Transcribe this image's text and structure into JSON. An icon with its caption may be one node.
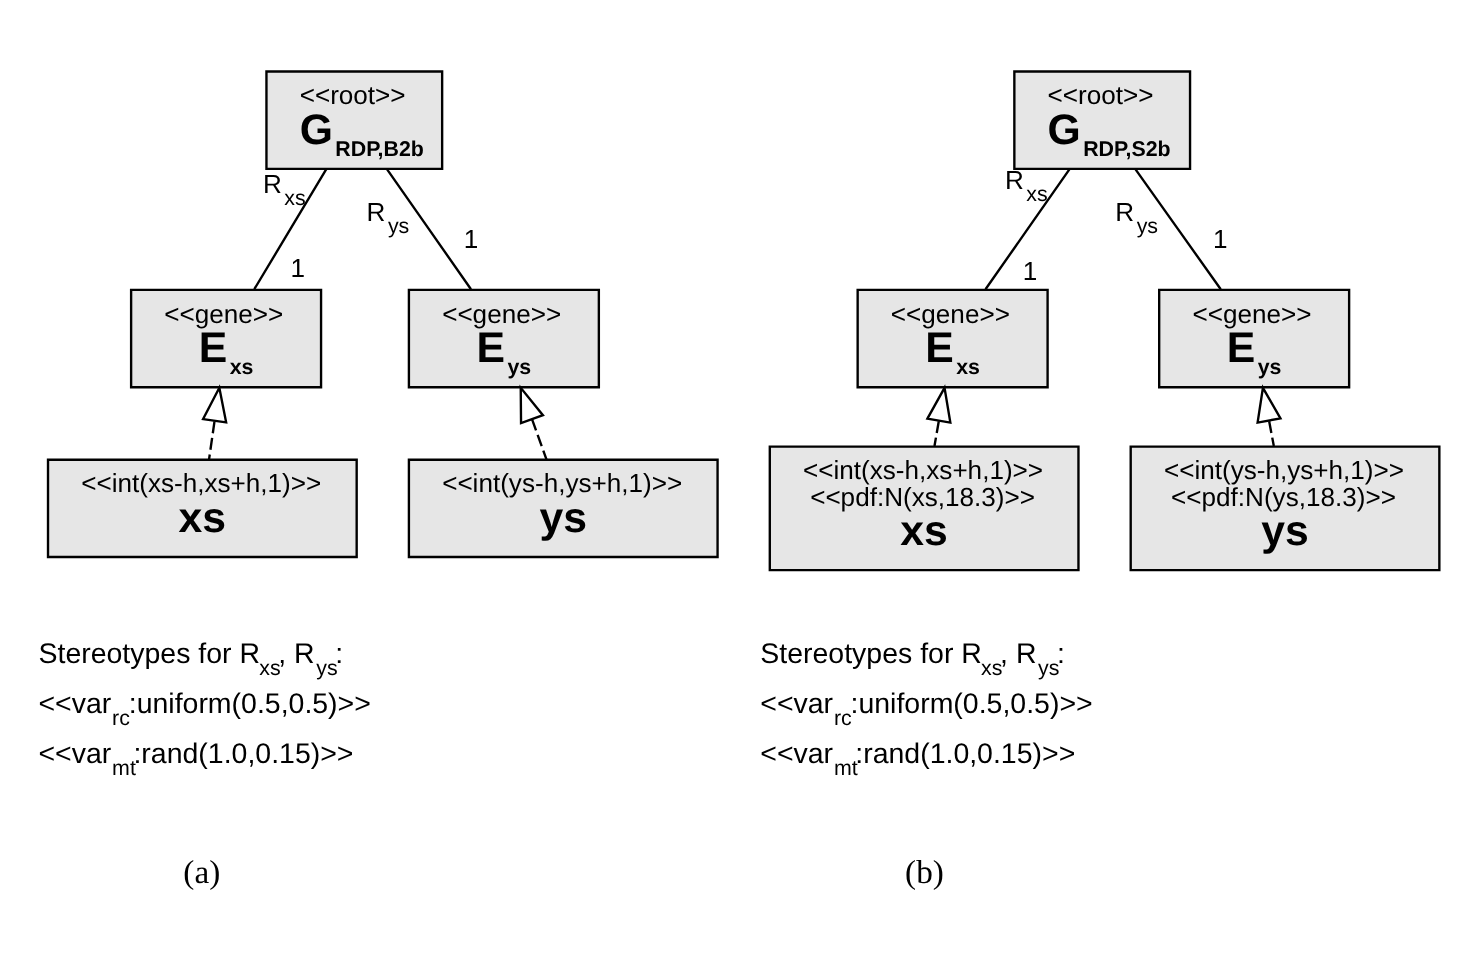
{
  "diagram": {
    "nodes": [
      {
        "text": [
          "<<root>>",
          "G$_{RDP,B2b}$"
        ]
      },
      {
        "text": [
          "<<gene>>",
          "E$_{xs}$"
        ]
      },
      {
        "text": [
          "<<gene>>",
          "E$_{ys}$"
        ]
      },
      {
        "text": [
          "<<int(xs-h,xs+h,1)>>",
          "xs"
        ]
      },
      {
        "text": [
          "<<int(ys-h,ys+h,1)>>",
          "ys"
        ]
      },
      {
        "text": [
          "<<root>>",
          "G$_{RDP,S2b}$"
        ]
      },
      {
        "text": [
          "<<gene>>",
          "E$_{xs}$"
        ]
      },
      {
        "text": [
          "<<gene>>",
          "E$_{ys}$"
        ]
      },
      {
        "text": [
          "<<int(xs-h,xs+h,1)>>",
          "<<pdf:N(xs,18.3)>>",
          "xs"
        ]
      },
      {
        "text": [
          "<<int(ys-h,ys+h,1)>>",
          "<<pdf:N(ys,18.3)>>",
          "ys"
        ]
      }
    ],
    "edges": [
      {
        "from": 0,
        "to": 1,
        "arrow": "none",
        "label": "R$_{xs}$"
      },
      {
        "from": 0,
        "to": 2,
        "arrow": "none",
        "label": "R$_{ys}$"
      },
      {
        "from": 3,
        "to": 1,
        "arrow": "to",
        "style": "dashed"
      },
      {
        "from": 4,
        "to": 2,
        "arrow": "to",
        "style": "dashed"
      },
      {
        "from": 5,
        "to": 6,
        "arrow": "none",
        "label": "R$_{xs}$"
      },
      {
        "from": 5,
        "to": 7,
        "arrow": "none",
        "label": "R$_{ys}$"
      },
      {
        "from": 8,
        "to": 6,
        "arrow": "to",
        "style": "dashed"
      },
      {
        "from": 9,
        "to": 7,
        "arrow": "to",
        "style": "dashed"
      }
    ],
    "labels": [
      "1",
      "1",
      "Stereotypes for R$_{xs}$, R$_{ys}$:",
      "<<var$_{rc}$:uniform(0.5,0.5)>>",
      "<<var$_{mt}$:rand(1.0,0.15)>>",
      "(a)",
      "1",
      "1",
      "Stereotypes for R$_{xs}$, R$_{ys}$:",
      "<<var$_{rc}$:uniform(0.5,0.5)>>",
      "<<var$_{mt}$:rand(1.0,0.15)>>",
      "(b)"
    ]
  }
}
